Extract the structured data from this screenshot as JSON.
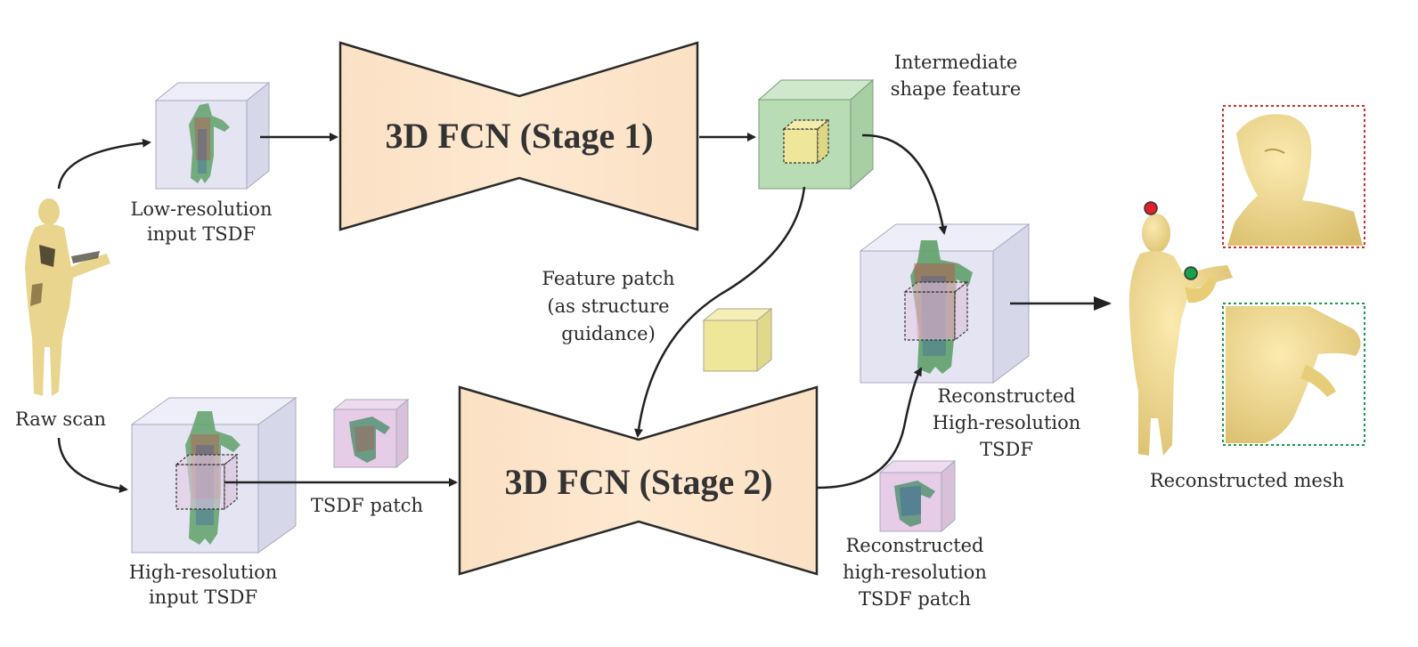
{
  "colors": {
    "fcn_fill": "#fbe3c8",
    "cube_fill": "#e4e4f2",
    "feature_cube_fill": "#b8dcb4",
    "patch_fill": "#eee79a",
    "tsdf_patch_fill": "#e6cce6",
    "mesh_color": "#f1da86",
    "red_marker": "#e0202a",
    "green_marker": "#1aa04a"
  },
  "labels": {
    "raw_scan": "Raw scan",
    "low_res": [
      "Low-resolution",
      "input TSDF"
    ],
    "high_res": [
      "High-resolution",
      "input TSDF"
    ],
    "stage1": "3D FCN (Stage 1)",
    "stage2": "3D FCN (Stage 2)",
    "intermediate": [
      "Intermediate",
      "shape feature"
    ],
    "feature_patch": [
      "Feature patch",
      "(as structure",
      "guidance)"
    ],
    "tsdf_patch": "TSDF patch",
    "recon_tsdf": [
      "Reconstructed",
      "High-resolution",
      "TSDF"
    ],
    "recon_patch": [
      "Reconstructed",
      "high-resolution",
      "TSDF patch"
    ],
    "recon_mesh": "Reconstructed mesh"
  }
}
